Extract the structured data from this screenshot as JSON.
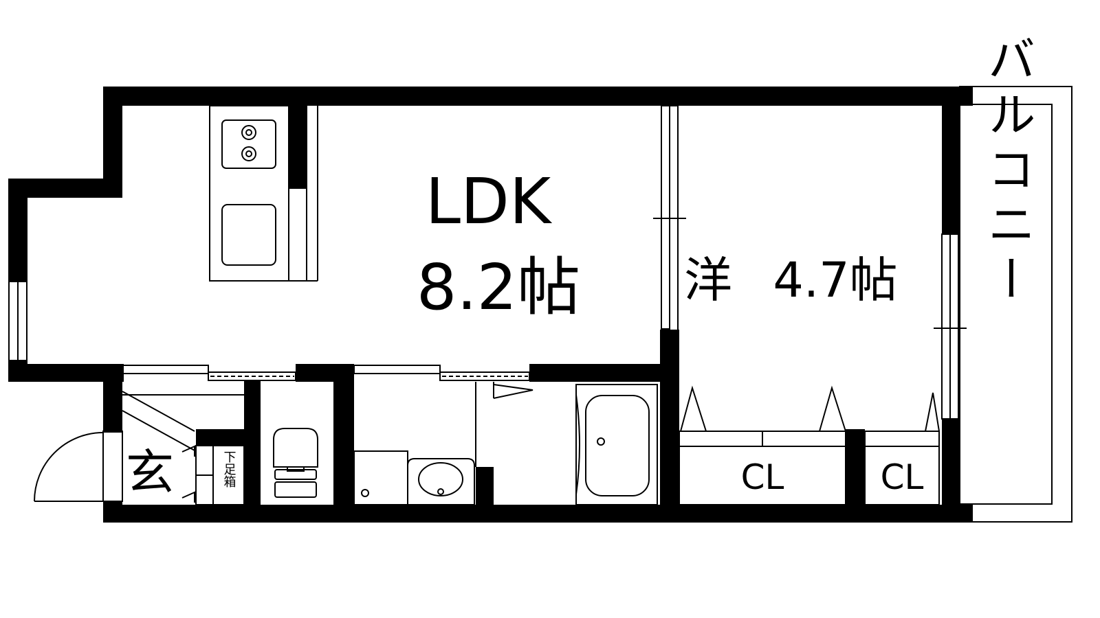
{
  "floor_plan": {
    "rooms": {
      "ldk": {
        "name": "LDK",
        "size": "8.2帖"
      },
      "western": {
        "name": "洋",
        "size": "4.7帖"
      },
      "balcony": {
        "name": "バルコニー"
      },
      "entrance": {
        "name": "玄"
      },
      "shoe_cabinet": {
        "name": "下足箱"
      },
      "closet_1": {
        "name": "CL"
      },
      "closet_2": {
        "name": "CL"
      }
    },
    "fixtures": [
      "stove-icon",
      "sink-icon",
      "toilet-icon",
      "washbasin-icon",
      "bathtub-icon",
      "washer-pan-icon"
    ],
    "colors": {
      "wall": "#000000",
      "background": "#ffffff"
    }
  }
}
